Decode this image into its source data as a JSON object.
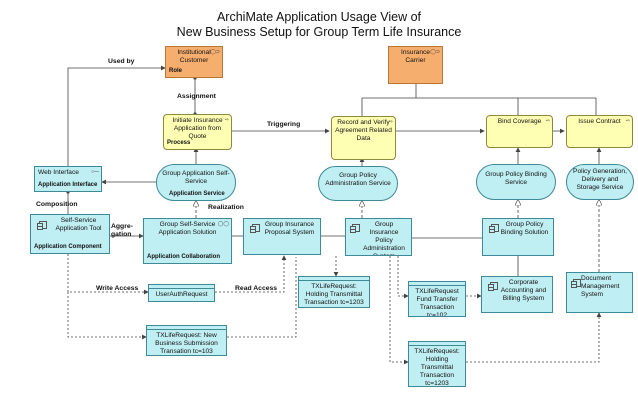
{
  "title": {
    "line1": "ArchiMate Application Usage View of",
    "line2": "New Business Setup for Group Term Life Insurance"
  },
  "actors": {
    "institutional_customer": {
      "name": "Institutional Customer",
      "tag": "Role"
    },
    "insurance_carrier": {
      "name": "Insurance Carrier"
    }
  },
  "processes": {
    "initiate": {
      "name": "Initiate Insurance Application from Quote",
      "tag": "Process"
    },
    "record": {
      "name": "Record and Verify Agreement Related Data"
    },
    "bind": {
      "name": "Bind Coverage"
    },
    "issue": {
      "name": "Issue Contract"
    }
  },
  "services": {
    "app_self_service": {
      "name": "Group Application Self-Service",
      "tag": "Application Service"
    },
    "policy_admin": {
      "name": "Group Policy Administration Service"
    },
    "policy_binding": {
      "name": "Group Policy Binding Service"
    },
    "policy_generation": {
      "name": "Policy Generation, Delivery and Storage Service"
    }
  },
  "interfaces": {
    "web": {
      "name": "Web Interface",
      "tag": "Application Interface"
    }
  },
  "components": {
    "self_service_app": {
      "name": "Self-Service Application Tool",
      "tag": "Application Component"
    },
    "self_service_solution": {
      "name": "Group Self-Service Application Solution",
      "tag": "Application Collaboration"
    },
    "proposal_system": {
      "name": "Group Insurance Proposal System"
    },
    "policy_admin_system": {
      "name": "Group Insurance Policy Administration System"
    },
    "binding_solution": {
      "name": "Group Policy Binding Solution"
    },
    "corporate_accounting": {
      "name": "Corporate Accounting and Billing System"
    },
    "document_mgmt": {
      "name": "Document Management System"
    }
  },
  "data_objects": {
    "user_auth": {
      "name": "UserAuthRequest"
    },
    "new_business": {
      "name": "TXLifeRequest: New Business Submission Transation tc=103"
    },
    "holding_top": {
      "name": "TXLifeRequest: Holding Transmittal Transaction tc=1203"
    },
    "fund_transfer": {
      "name": "TXLifeRequest Fund Transfer Transaction tc=102"
    },
    "holding_bottom": {
      "name": "TXLifeRequest: Holding Transmittal Transaction tc=1203"
    }
  },
  "relations": {
    "used_by": "Used by",
    "assignment": "Assignment",
    "triggering": "Triggering",
    "realization": "Realization",
    "composition": "Composition",
    "aggregation": "Aggre- gation",
    "write_access": "Write Access",
    "read_access": "Read Access"
  },
  "colors": {
    "actor": "#f5ae6e",
    "process": "#ffffb4",
    "application": "#bfeef3",
    "line": "#444444"
  }
}
